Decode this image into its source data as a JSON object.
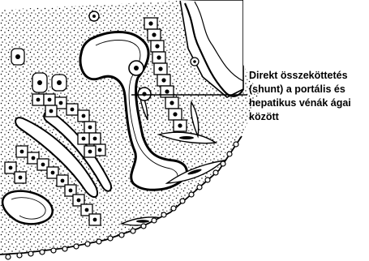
{
  "annotation": {
    "lines": [
      "Direkt összeköttetés",
      "(shunt) a portális és",
      "hepatikus vénák ágai",
      "között"
    ]
  }
}
